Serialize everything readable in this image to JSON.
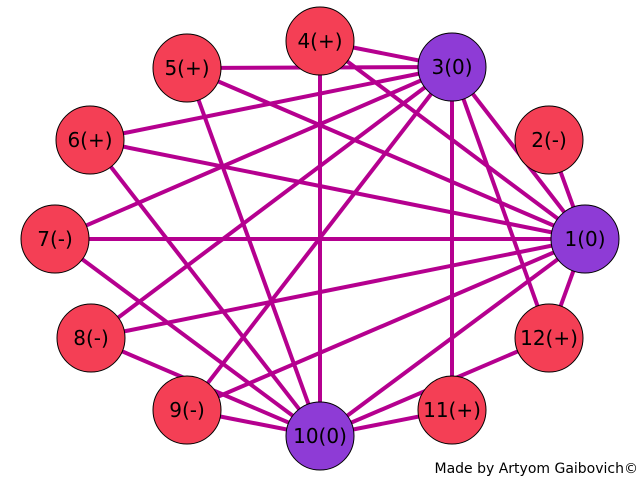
{
  "colors": {
    "edge": "#b5008f",
    "node_plus_minus": "#f43f55",
    "node_zero": "#8e3bd6",
    "node_stroke": "#000000",
    "background": "#ffffff"
  },
  "nodes": [
    {
      "id": 1,
      "label": "1(0)",
      "charge": "0"
    },
    {
      "id": 2,
      "label": "2(-)",
      "charge": "-"
    },
    {
      "id": 3,
      "label": "3(0)",
      "charge": "0"
    },
    {
      "id": 4,
      "label": "4(+)",
      "charge": "+"
    },
    {
      "id": 5,
      "label": "5(+)",
      "charge": "+"
    },
    {
      "id": 6,
      "label": "6(+)",
      "charge": "+"
    },
    {
      "id": 7,
      "label": "7(-)",
      "charge": "-"
    },
    {
      "id": 8,
      "label": "8(-)",
      "charge": "-"
    },
    {
      "id": 9,
      "label": "9(-)",
      "charge": "-"
    },
    {
      "id": 10,
      "label": "10(0)",
      "charge": "0"
    },
    {
      "id": 11,
      "label": "11(+)",
      "charge": "+"
    },
    {
      "id": 12,
      "label": "12(+)",
      "charge": "+"
    }
  ],
  "edges": [
    [
      3,
      4
    ],
    [
      3,
      5
    ],
    [
      3,
      6
    ],
    [
      3,
      7
    ],
    [
      3,
      8
    ],
    [
      3,
      9
    ],
    [
      3,
      11
    ],
    [
      3,
      12
    ],
    [
      3,
      1
    ],
    [
      1,
      2
    ],
    [
      1,
      12
    ],
    [
      1,
      4
    ],
    [
      1,
      5
    ],
    [
      1,
      6
    ],
    [
      1,
      7
    ],
    [
      1,
      8
    ],
    [
      1,
      9
    ],
    [
      1,
      10
    ],
    [
      10,
      4
    ],
    [
      10,
      5
    ],
    [
      10,
      6
    ],
    [
      10,
      7
    ],
    [
      10,
      8
    ],
    [
      10,
      9
    ],
    [
      10,
      11
    ],
    [
      10,
      12
    ]
  ],
  "credit": "Made by Artyom Gaibovich©"
}
